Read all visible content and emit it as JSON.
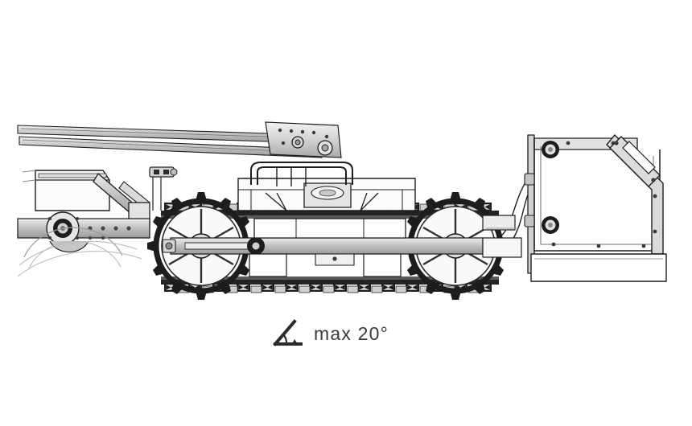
{
  "document": {
    "type": "technical-line-drawing",
    "view": "side-elevation",
    "subject": "tracked crawler carrier with front blade, boom arms and rear frame rack",
    "background_color": "#ffffff",
    "line_color": "#1a1a1a",
    "fill_light": "#e8e8e8",
    "fill_mid": "#c9c9c9",
    "fill_dark": "#8d8d8d"
  },
  "caption": {
    "icon_name": "incline-angle-icon",
    "text": "max 20°",
    "color": "#3a3a3a"
  },
  "assemblies": {
    "front_blade": {
      "name": "front-blade-assembly"
    },
    "hitch_arm": {
      "name": "hitch-arm"
    },
    "boom_arms": {
      "name": "boom-arms"
    },
    "front_sprocket": {
      "name": "front-sprocket-wheel"
    },
    "rear_sprocket": {
      "name": "rear-sprocket-wheel"
    },
    "track_chain_upper": {
      "name": "upper-track-run"
    },
    "track_chain_lower": {
      "name": "lower-track-run"
    },
    "chassis_frame": {
      "name": "chassis-frame"
    },
    "roll_bar": {
      "name": "roll-bar"
    },
    "rear_rack": {
      "name": "rear-frame-rack"
    },
    "grab_handle": {
      "name": "rear-grab-handle"
    },
    "hydraulic_cylinder": {
      "name": "hydraulic-cylinder"
    }
  }
}
